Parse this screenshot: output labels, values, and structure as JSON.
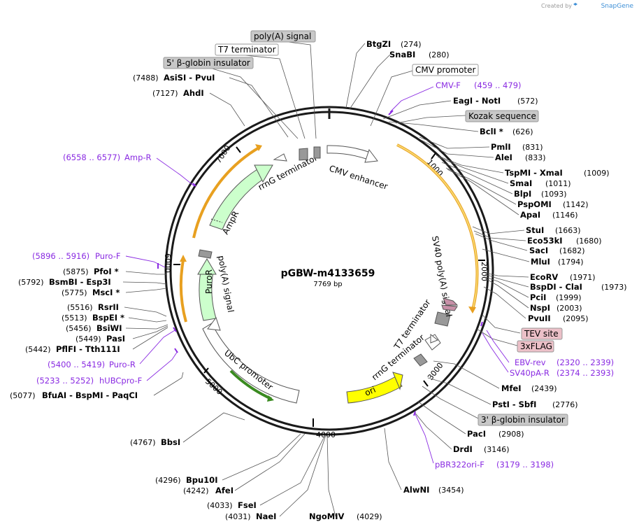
{
  "credit": {
    "prefix": "Created by",
    "brand": "SnapGene"
  },
  "plasmid": {
    "name": "pGBW-m4133659",
    "size": "7769 bp"
  },
  "ticks": [
    "1000",
    "2000",
    "3000",
    "4000",
    "5000",
    "6000",
    "7000"
  ],
  "colors": {
    "ring": "#1a1a1a",
    "orf_arrow": "#f0c030",
    "amp_puro": "#ccffcc",
    "ori": "#ffff00",
    "promoter": "#ffffff",
    "terminator": "#999999",
    "primer": "#8a2be2",
    "gray_label": "#c8c8c8",
    "pink_label": "#ecc0c8"
  },
  "boxed_labels": [
    {
      "text": "poly(A) signal",
      "style": "gray"
    },
    {
      "text": "T7 terminator",
      "style": "white"
    },
    {
      "text": "5' β-globin insulator",
      "style": "gray"
    },
    {
      "text": "CMV promoter",
      "style": "white"
    },
    {
      "text": "Kozak sequence",
      "style": "gray"
    },
    {
      "text": "TEV site",
      "style": "pink"
    },
    {
      "text": "3xFLAG",
      "style": "pink"
    },
    {
      "text": "3' β-globin insulator",
      "style": "gray"
    }
  ],
  "sites": [
    {
      "name": "BtgZI",
      "pos": "(274)"
    },
    {
      "name": "SnaBI",
      "pos": "(280)"
    },
    {
      "name": "EagI  -  NotI",
      "pos": "(572)"
    },
    {
      "name": "BclI *",
      "pos": "(626)"
    },
    {
      "name": "PmlI",
      "pos": "(831)"
    },
    {
      "name": "AleI",
      "pos": "(833)"
    },
    {
      "name": "TspMI  -  XmaI",
      "pos": "(1009)"
    },
    {
      "name": "SmaI",
      "pos": "(1011)"
    },
    {
      "name": "BlpI",
      "pos": "(1093)"
    },
    {
      "name": "PspOMI",
      "pos": "(1142)"
    },
    {
      "name": "ApaI",
      "pos": "(1146)"
    },
    {
      "name": "StuI",
      "pos": "(1663)"
    },
    {
      "name": "Eco53kI",
      "pos": "(1680)"
    },
    {
      "name": "SacI",
      "pos": "(1682)"
    },
    {
      "name": "MluI",
      "pos": "(1794)"
    },
    {
      "name": "EcoRV",
      "pos": "(1971)"
    },
    {
      "name": "BspDI  -  ClaI",
      "pos": "(1973)"
    },
    {
      "name": "PciI",
      "pos": "(1999)"
    },
    {
      "name": "NspI",
      "pos": "(2003)"
    },
    {
      "name": "PvuII",
      "pos": "(2095)"
    },
    {
      "name": "MfeI",
      "pos": "(2439)"
    },
    {
      "name": "PstI  -  SbfI",
      "pos": "(2776)"
    },
    {
      "name": "PacI",
      "pos": "(2908)"
    },
    {
      "name": "DrdI",
      "pos": "(3146)"
    },
    {
      "name": "AlwNI",
      "pos": "(3454)"
    },
    {
      "name": "NgoMIV",
      "pos": "(4029)"
    },
    {
      "name": "NaeI",
      "pos": "(4031)"
    },
    {
      "name": "FseI",
      "pos": "(4033)"
    },
    {
      "name": "AfeI",
      "pos": "(4242)"
    },
    {
      "name": "Bpu10I",
      "pos": "(4296)"
    },
    {
      "name": "BbsI",
      "pos": "(4767)"
    },
    {
      "name": "BfuAI  -  BspMI  -  PaqCI",
      "pos": "(5077)"
    },
    {
      "name": "PflFI  -  Tth111I",
      "pos": "(5442)"
    },
    {
      "name": "PasI",
      "pos": "(5449)"
    },
    {
      "name": "BsiWI",
      "pos": "(5456)"
    },
    {
      "name": "BspEI *",
      "pos": "(5513)"
    },
    {
      "name": "RsrII",
      "pos": "(5516)"
    },
    {
      "name": "MscI *",
      "pos": "(5775)"
    },
    {
      "name": "BsmBI  -  Esp3I",
      "pos": "(5792)"
    },
    {
      "name": "PfoI *",
      "pos": "(5875)"
    },
    {
      "name": "AhdI",
      "pos": "(7127)"
    },
    {
      "name": "AsiSI  -  PvuI",
      "pos": "(7488)"
    }
  ],
  "primers": [
    {
      "name": "CMV-F",
      "range": "(459 .. 479)"
    },
    {
      "name": "EBV-rev",
      "range": "(2320 .. 2339)"
    },
    {
      "name": "SV40pA-R",
      "range": "(2374 .. 2393)"
    },
    {
      "name": "pBR322ori-F",
      "range": "(3179 .. 3198)"
    },
    {
      "name": "hUBCpro-F",
      "range": "(5233 .. 5252)"
    },
    {
      "name": "Puro-R",
      "range": "(5400 .. 5419)"
    },
    {
      "name": "Puro-F",
      "range": "(5896 .. 5916)"
    },
    {
      "name": "Amp-R",
      "range": "(6558 .. 6577)"
    }
  ],
  "features": {
    "cmv_enhancer": "CMV enhancer",
    "rrng_top": "rrnG terminator",
    "ampr": "AmpR",
    "puror": "PuroR",
    "polya_left": "poly(A) signal",
    "ubc": "UbC promoter",
    "ori": "ori",
    "rrng_bottom": "rrnG terminator",
    "t7_bottom": "T7 terminator",
    "sv40": "SV40 poly(A) signal"
  }
}
